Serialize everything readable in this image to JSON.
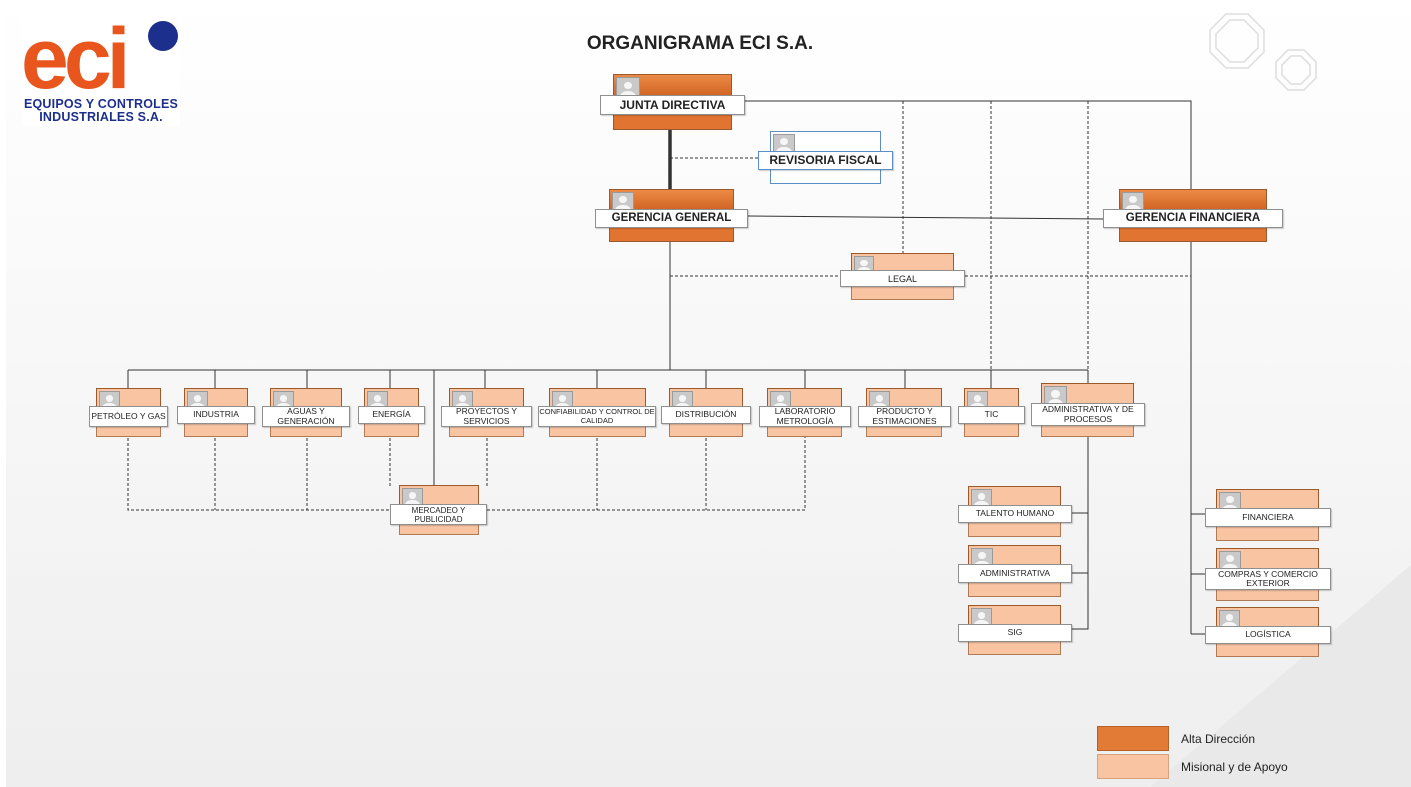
{
  "title": "ORGANIGRAMA ECI S.A.",
  "logo": {
    "letters": "eci",
    "line1": "EQUIPOS Y CONTROLES",
    "line2": "INDUSTRIALES S.A.",
    "colors": {
      "orange": "#e8561e",
      "blue": "#1d2f8c"
    }
  },
  "nodes": {
    "junta": "JUNTA DIRECTIVA",
    "revisoria": "REVISORIA FISCAL",
    "gerencia_general": "GERENCIA GENERAL",
    "gerencia_financiera": "GERENCIA FINANCIERA",
    "legal": "LEGAL",
    "petroleo": "PETRÓLEO Y GAS",
    "industria": "INDUSTRIA",
    "aguas": "AGUAS Y GENERACIÓN",
    "energia": "ENERGÍA",
    "proyectos": "PROYECTOS Y SERVICIOS",
    "confiabilidad": "CONFIABILIDAD Y CONTROL DE CALIDAD",
    "distribucion": "DISTRIBUCIÓN",
    "laboratorio": "LABORATORIO METROLOGÍA",
    "producto": "PRODUCTO Y ESTIMACIONES",
    "tic": "TIC",
    "administrativa_procesos": "ADMINISTRATIVA Y DE PROCESOS",
    "mercadeo": "MERCADEO Y PUBLICIDAD",
    "talento": "TALENTO HUMANO",
    "administrativa": "ADMINISTRATIVA",
    "sig": "SIG",
    "financiera": "FINANCIERA",
    "compras": "COMPRAS Y COMERCIO EXTERIOR",
    "logistica": "LOGÍSTICA"
  },
  "legend": {
    "alta": "Alta Dirección",
    "misional": "Misional y de Apoyo"
  },
  "colors": {
    "alta": "#e07430",
    "misional": "#f8c4a2",
    "audit": "#5a8ec4",
    "line": "#333333"
  },
  "icons": {
    "person": "person-placeholder-icon"
  }
}
